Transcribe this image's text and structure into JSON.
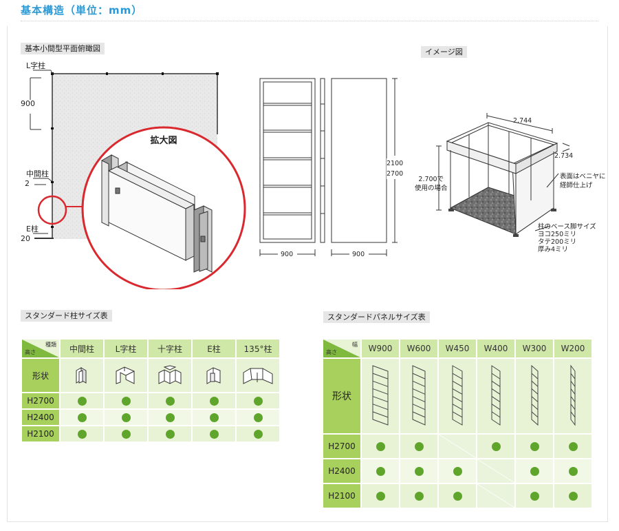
{
  "title": "基本構造（単位：mm）",
  "plan": {
    "label": "基本小間型平面俯瞰図",
    "l_column": "L字柱",
    "dim_900": "900",
    "middle_column": "中間柱",
    "dim_2": "2",
    "e_column": "E柱",
    "dim_20": "20",
    "magnified": "拡大図"
  },
  "elevation": {
    "height": "2100\n2700",
    "width_left": "900",
    "width_right": "900"
  },
  "image_view": {
    "label": "イメージ図",
    "dim_width": "2.744",
    "dim_depth": "2.734",
    "usable_height": "2.700で\n使用の場合",
    "surface": "表面はベニヤに\n経師仕上げ",
    "base": "柱のベース脚サイズ\nヨコ250ミリ\nタテ200ミリ\n厚み4ミリ"
  },
  "column_table": {
    "label": "スタンダード柱サイズ表",
    "corner_top": "種類",
    "corner_bottom": "高さ",
    "columns": [
      "中間柱",
      "L字柱",
      "十字柱",
      "E柱",
      "135°柱"
    ],
    "shape_label": "形状",
    "shape_icons": [
      "middle-column-icon",
      "l-column-icon",
      "cross-column-icon",
      "e-column-icon",
      "column-135-icon"
    ],
    "rows": [
      {
        "label": "H2700",
        "avail": [
          true,
          true,
          true,
          true,
          true
        ]
      },
      {
        "label": "H2400",
        "avail": [
          true,
          true,
          true,
          true,
          true
        ]
      },
      {
        "label": "H2100",
        "avail": [
          true,
          true,
          true,
          true,
          true
        ]
      }
    ]
  },
  "panel_table": {
    "label": "スタンダードパネルサイズ表",
    "corner_top": "幅",
    "corner_bottom": "高さ",
    "columns": [
      "W900",
      "W600",
      "W450",
      "W400",
      "W300",
      "W200"
    ],
    "shape_label": "形状",
    "rows": [
      {
        "label": "H2700",
        "avail": [
          true,
          true,
          false,
          true,
          true,
          true
        ]
      },
      {
        "label": "H2400",
        "avail": [
          true,
          true,
          true,
          false,
          true,
          true
        ]
      },
      {
        "label": "H2100",
        "avail": [
          true,
          true,
          true,
          false,
          true,
          true
        ]
      }
    ]
  },
  "colors": {
    "title": "#2a9ad6",
    "accent_red": "#d9282e",
    "dot_green": "#5fa52b",
    "row_header": "#a8d05c"
  }
}
